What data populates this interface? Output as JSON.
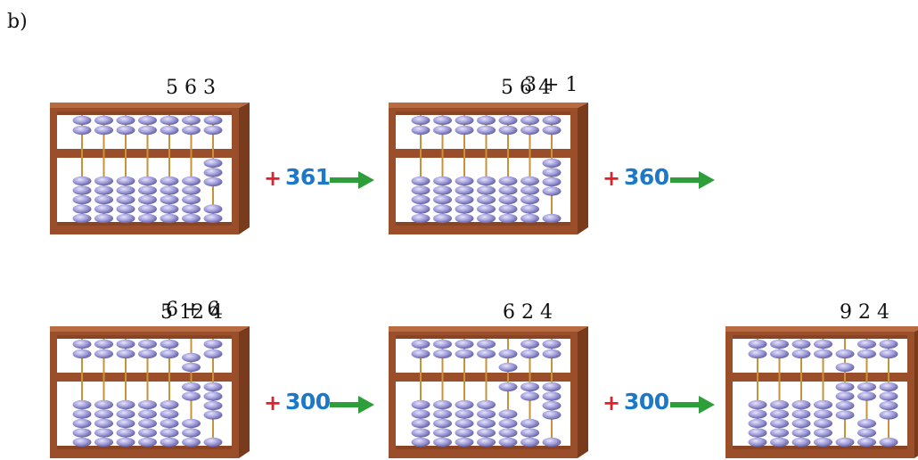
{
  "part_label": "b)",
  "frames": [
    {
      "top": "5 6 3",
      "rods": [
        0,
        0,
        0,
        0,
        0,
        0,
        3
      ]
    },
    {
      "calc_top": "3 + 1",
      "arrow": "↓",
      "top": "5 6 4",
      "rods": [
        0,
        0,
        0,
        0,
        0,
        0,
        4
      ]
    },
    {
      "calc_top": "6 + 6",
      "arrow": "↓",
      "top": "5 12 4",
      "rods": [
        0,
        0,
        0,
        0,
        0,
        12,
        4
      ]
    },
    {
      "top": "6 2 4",
      "rods": [
        0,
        0,
        0,
        0,
        6,
        2,
        4
      ]
    },
    {
      "top": "9 2 4",
      "rods": [
        0,
        0,
        0,
        0,
        9,
        2,
        4
      ]
    }
  ],
  "operations": [
    {
      "sign": "+",
      "value": "361"
    },
    {
      "sign": "+",
      "value": "360"
    },
    {
      "sign": "+",
      "value": "300"
    },
    {
      "sign": "+",
      "value": "300"
    }
  ],
  "colors": {
    "wood": "#9a4e2a",
    "bead": "#9d9ad8",
    "plus": "#e0202a",
    "number": "#1e78c8",
    "arrow": "#2e9e3a"
  }
}
